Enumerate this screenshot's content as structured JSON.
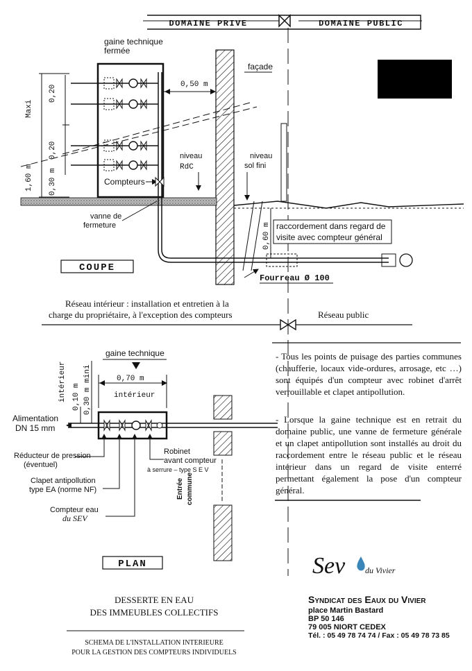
{
  "header": {
    "left": "DOMAINE PRIVE",
    "right": "DOMAINE PUBLIC"
  },
  "coupe": {
    "gaine_technique": [
      "gaine technique",
      "fermée"
    ],
    "dim_050": "0,50 m",
    "facade": "façade",
    "maxi": "Maxi",
    "dim_020a": "0,20",
    "dim_020b": "0,20",
    "dim_030": "0,30 m",
    "dim_160": "1,60 m",
    "niveau_rdc": [
      "niveau",
      "RdC"
    ],
    "niveau_sol": [
      "niveau",
      "sol fini"
    ],
    "compteurs": "Compteurs",
    "vanne": [
      "vanne de",
      "fermeture"
    ],
    "dim_060": "0,60 m",
    "raccordement": [
      "raccordement dans regard de",
      "visite avec compteur général"
    ],
    "fourreau": "Fourreau Ø 100",
    "title": "COUPE"
  },
  "reseau": {
    "interieur": [
      "Réseau intérieur : installation et entretien à la",
      "charge du propriétaire, à l'exception des compteurs"
    ],
    "public": "Réseau    public"
  },
  "plan": {
    "gaine_technique": "gaine technique",
    "dim_070": "0,70 m",
    "interieur": "intérieur",
    "interieur_v": "intérieur",
    "dim_030_mini": "0,30 m mini",
    "dim_010": "0,10 m",
    "alimentation": [
      "Alimentation",
      "DN 15 mm"
    ],
    "reducteur": [
      "Réducteur de pression",
      "(éventuel)"
    ],
    "clapet": [
      "Clapet antipollution",
      "type EA (norme NF)"
    ],
    "compteur_eau": [
      "Compteur eau",
      "du SEV"
    ],
    "robinet": [
      "Robinet",
      "avant compteur",
      "à serrure – type S E V"
    ],
    "entree": [
      "Entrée",
      "commune"
    ],
    "title": "PLAN"
  },
  "notes": {
    "p1": "- Tous les points de puisage des parties communes (chaufferie, locaux vide-ordures, arrosage, etc …) sont équipés d'un compteur avec robinet d'arrêt verrouillable et clapet antipollution.",
    "p2": "- Lorsque la gaine technique est en retrait du domaine public, une vanne de fermeture générale et un clapet antipollution sont installés au droit du raccordement entre le réseau public et le réseau intérieur dans un regard de visite enterré permettant également la pose d'un compteur général."
  },
  "footer": {
    "title1": "DESSERTE EN EAU",
    "title2": "DES IMMEUBLES COLLECTIFS",
    "sub1": "SCHEMA DE L'INSTALLATION INTERIEURE",
    "sub2": "POUR LA GESTION DES COMPTEURS INDIVIDUELS"
  },
  "logo": {
    "text": "Sev",
    "subtext": "du Vivier"
  },
  "address": {
    "name": "Syndicat des Eaux du Vivier",
    "street": "place Martin Bastard",
    "bp": "BP 50 146",
    "city": "79 005 NIORT CEDEX",
    "phone": "Tél. : 05 49 78 74 74   / Fax : 05 49 78 73 85"
  },
  "colors": {
    "ink": "#111111",
    "redaction": "#000000",
    "logo": "#3a86b8"
  }
}
